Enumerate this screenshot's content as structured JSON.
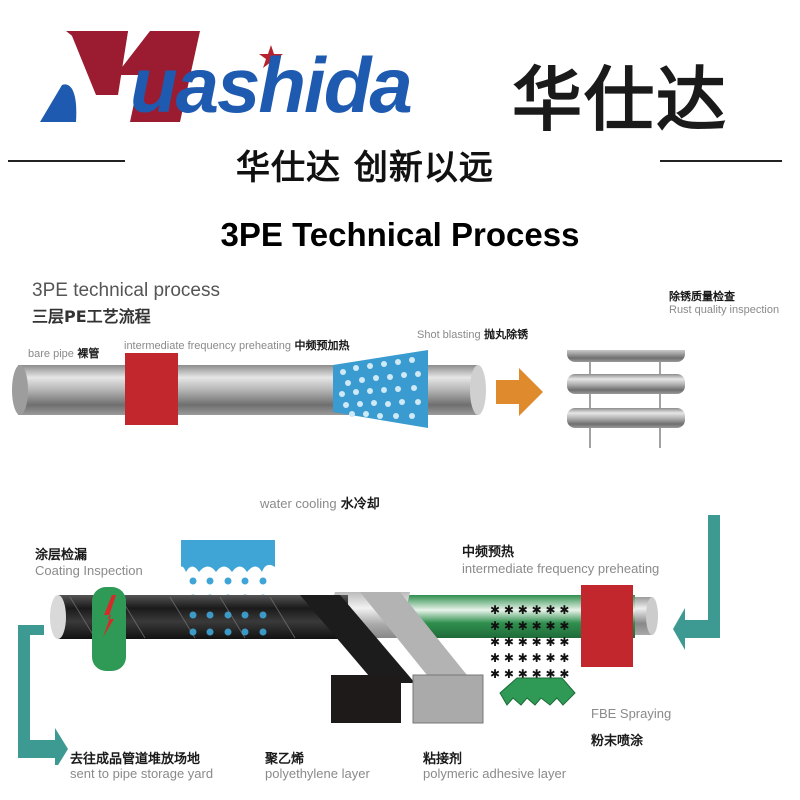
{
  "header": {
    "logo_text": "uashida",
    "logo_initial": "H",
    "logo_cn": "华仕达",
    "slogan": "华仕达 创新以远",
    "colors": {
      "logo_red": "#9b1b30",
      "logo_blue": "#1e5bb0",
      "star": "#b5222e"
    }
  },
  "title": "3PE Technical Process",
  "top_section": {
    "heading_en": "3PE technical process",
    "heading_cn": "三层PE工艺流程",
    "labels": {
      "bare_pipe_en": "bare pipe",
      "bare_pipe_cn": "裸管",
      "preheat_en": "intermediate frequency preheating",
      "preheat_cn": "中频预加热",
      "shot_en": "Shot blasting",
      "shot_cn": "抛丸除锈",
      "rust_cn": "除锈质量检查",
      "rust_en": "Rust quality inspection"
    }
  },
  "bottom_section": {
    "labels": {
      "water_en": "water cooling",
      "water_cn": "水冷却",
      "coating_cn": "涂层检漏",
      "coating_en": "Coating Inspection",
      "if_cn": "中频预热",
      "if_en": "intermediate frequency preheating",
      "fbe_en": "FBE Spraying",
      "fbe_cn": "粉末喷涂",
      "storage_cn": "去往成品管道堆放场地",
      "storage_en": "sent to pipe storage yard",
      "pe_cn": "聚乙烯",
      "pe_en": "polyethylene layer",
      "adhesive_cn": "粘接剂",
      "adhesive_en": "polymeric adhesive layer"
    }
  },
  "colors": {
    "heater_red": "#c1272d",
    "shot_blue": "#3a9bd0",
    "arrow_orange": "#e08a2e",
    "arrow_teal": "#3d9a92",
    "fbe_green": "#2e9a55",
    "water_blue": "#3fa5d6"
  }
}
